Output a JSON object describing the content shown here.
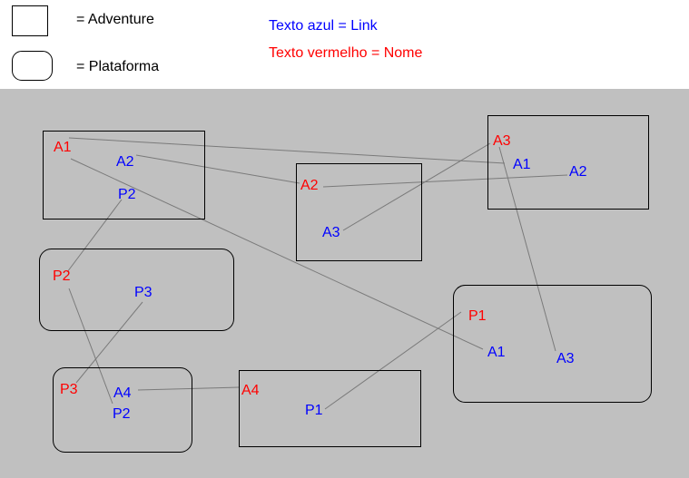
{
  "legend": {
    "adventure_label": "= Adventure",
    "platform_label": "= Plataforma",
    "link_key": "Texto azul = Link",
    "name_key": "Texto vermelho = Nome"
  },
  "colors": {
    "link": "#0000ff",
    "name": "#ff0000",
    "line": "#7a7a7a",
    "border": "#000000",
    "canvas": "#c0c0c0"
  },
  "nodes": [
    {
      "id": "box-a1",
      "type": "adventure",
      "labels": [
        {
          "text": "A1",
          "role": "name"
        },
        {
          "text": "A2",
          "role": "link"
        },
        {
          "text": "P2",
          "role": "link"
        }
      ]
    },
    {
      "id": "box-a2",
      "type": "adventure",
      "labels": [
        {
          "text": "A2",
          "role": "name"
        },
        {
          "text": "A3",
          "role": "link"
        }
      ]
    },
    {
      "id": "box-a3",
      "type": "adventure",
      "labels": [
        {
          "text": "A3",
          "role": "name"
        },
        {
          "text": "A1",
          "role": "link"
        },
        {
          "text": "A2",
          "role": "link"
        }
      ]
    },
    {
      "id": "box-p2",
      "type": "plataforma",
      "labels": [
        {
          "text": "P2",
          "role": "name"
        },
        {
          "text": "P3",
          "role": "link"
        }
      ]
    },
    {
      "id": "box-p1",
      "type": "plataforma",
      "labels": [
        {
          "text": "P1",
          "role": "name"
        },
        {
          "text": "A1",
          "role": "link"
        },
        {
          "text": "A3",
          "role": "link"
        }
      ]
    },
    {
      "id": "box-p3",
      "type": "plataforma",
      "labels": [
        {
          "text": "P3",
          "role": "name"
        },
        {
          "text": "A4",
          "role": "link"
        },
        {
          "text": "P2",
          "role": "link"
        }
      ]
    },
    {
      "id": "box-a4",
      "type": "adventure",
      "labels": [
        {
          "text": "A4",
          "role": "name"
        },
        {
          "text": "P1",
          "role": "link"
        }
      ]
    }
  ]
}
